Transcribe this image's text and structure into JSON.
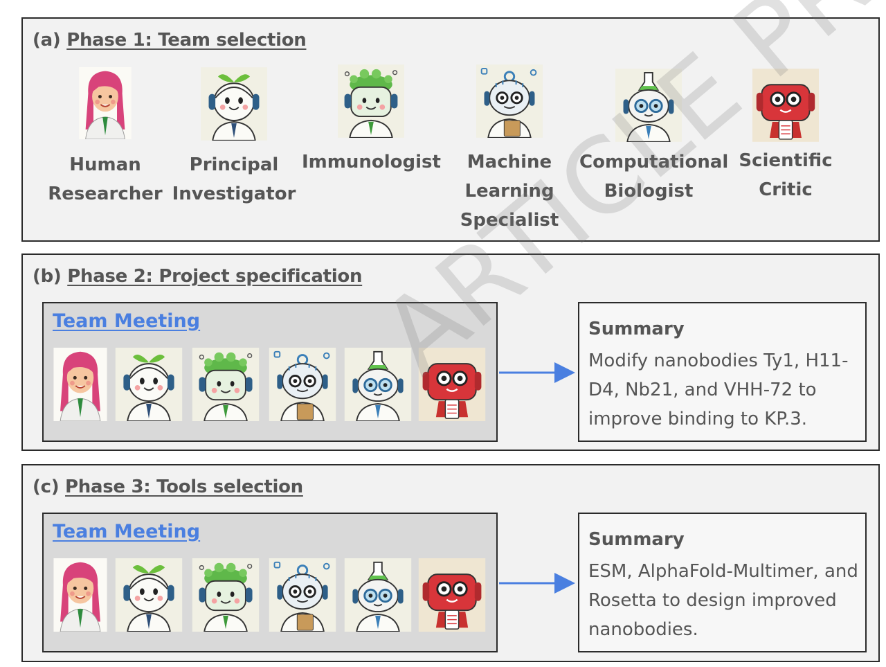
{
  "phase_a": {
    "label": "(a)",
    "title": "Phase 1: Team selection",
    "agents": [
      {
        "line1": "Human",
        "line2": "Researcher",
        "line3": ""
      },
      {
        "line1": "Principal",
        "line2": "Investigator",
        "line3": ""
      },
      {
        "line1": "Immunologist",
        "line2": "",
        "line3": ""
      },
      {
        "line1": "Machine",
        "line2": "Learning",
        "line3": "Specialist"
      },
      {
        "line1": "Computational",
        "line2": "Biologist",
        "line3": ""
      },
      {
        "line1": "Scientific",
        "line2": "Critic",
        "line3": ""
      }
    ]
  },
  "phase_b": {
    "label": "(b)",
    "title": "Phase 2: Project specification",
    "meeting_title": "Team Meeting",
    "summary_title": "Summary",
    "summary_text": "Modify nanobodies Ty1, H11-D4, Nb21, and VHH-72 to improve binding to KP.3."
  },
  "phase_c": {
    "label": "(c)",
    "title": "Phase 3: Tools selection",
    "meeting_title": "Team Meeting",
    "summary_title": "Summary",
    "summary_text": "ESM, AlphaFold-Multimer, and Rosetta to design improved nanobodies."
  },
  "watermark": "ARTICLE PREVIEW",
  "colors": {
    "link": "#4a7fe0",
    "arrow": "#4a7fe0",
    "text": "#555555"
  }
}
